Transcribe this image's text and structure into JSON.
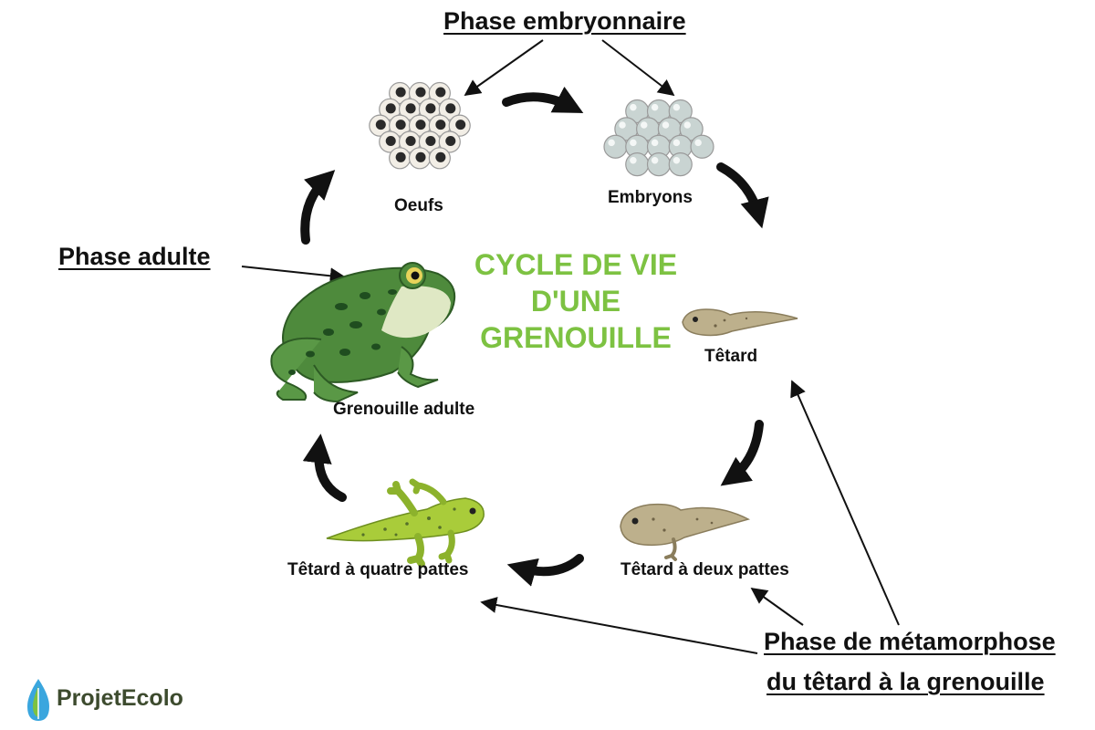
{
  "title_lines": [
    "CYCLE DE VIE",
    "D'UNE",
    "GRENOUILLE"
  ],
  "stages": {
    "oeufs": "Oeufs",
    "embryons": "Embryons",
    "tetard": "Têtard",
    "tetard_deux_pattes": "Têtard à deux pattes",
    "tetard_quatre_pattes": "Têtard à quatre pattes",
    "grenouille_adulte": "Grenouille adulte"
  },
  "phases": {
    "embryonnaire": "Phase embryonnaire",
    "adulte": "Phase adulte",
    "metamorphose_line1": "Phase de métamorphose",
    "metamorphose_line2": "du têtard à la grenouille"
  },
  "logo": {
    "text": "ProjetEcolo"
  },
  "colors": {
    "title": "#7dc242",
    "frog_body": "#4e8a3c",
    "frog_belly": "#dfe8c4",
    "frog_spots": "#1f4d1f",
    "egg_shell": "#f2eee6",
    "egg_core": "#2a2a2a",
    "embryo": "#c9d4d2",
    "tadpole": "#bdb08c",
    "young_frog": "#a9cc3a",
    "logo_blue": "#3aa6de",
    "logo_green": "#7dc242"
  }
}
